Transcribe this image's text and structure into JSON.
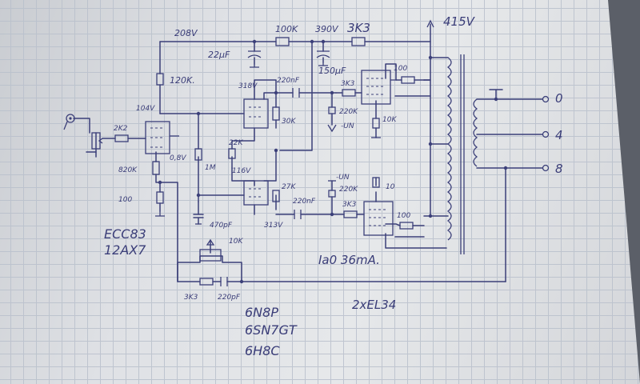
{
  "labels": {
    "v_208": "208V",
    "v_390": "390V",
    "v_415": "415V",
    "v_104": "104V",
    "v_318": "318V",
    "v_116": "116V",
    "v_313": "313V",
    "v_08": "0,8V",
    "r_100k": "100K",
    "r_3k3_top": "3K3",
    "c_22uf": "22μF",
    "c_150uf": "150μF",
    "r_120k": "120K.",
    "c_220nf_top": "220nF",
    "r_3k3_g1": "3K3",
    "r_100_g1": "100",
    "r_220k_g1": "220K",
    "un_1": "-UN",
    "r_10k": "10K",
    "r_2k2": "2K2",
    "r_1m": "1M",
    "r_22k": "22K",
    "r_30k": "30K",
    "r_820k": "820K",
    "r_100_cath": "100",
    "r_27k": "27K",
    "c_220nf_low": "220nF",
    "un_2": "-UN",
    "r_220k_g2": "220K",
    "r_10": "10",
    "r_3k3_g2": "3K3",
    "r_100_g2": "100",
    "c_470pf": "470pF",
    "tube_ecc83": "ECC83",
    "tube_12ax7": "12AX7",
    "pot_10k": "10K",
    "r_3k3_fb": "3K3",
    "c_220pf": "220pF",
    "ia_36ma": "Ia0 36mA.",
    "tube_2xel34": "2xEL34",
    "tube_6n8p": "6N8P",
    "tube_6sn7gt": "6SN7GT",
    "tube_6h8c": "6H8C",
    "out_0": "0",
    "out_4": "4",
    "out_8": "8"
  }
}
